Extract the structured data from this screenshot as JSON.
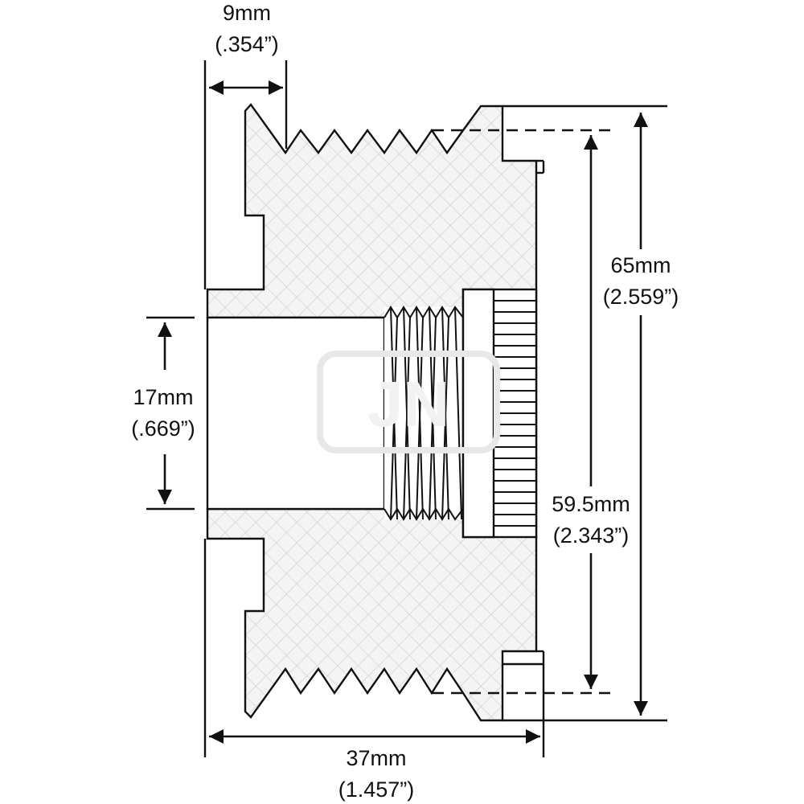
{
  "dimensions": {
    "groove_offset": {
      "metric": "9mm",
      "imperial": "(.354”)"
    },
    "outer_diameter": {
      "metric": "65mm",
      "imperial": "(2.559”)"
    },
    "bore_diameter": {
      "metric": "17mm",
      "imperial": "(.669”)"
    },
    "groove_diameter": {
      "metric": "59.5mm",
      "imperial": "(2.343”)"
    },
    "overall_width": {
      "metric": "37mm",
      "imperial": "(1.457”)"
    }
  },
  "watermark": {
    "text": "JN"
  },
  "colors": {
    "line": "#111111",
    "hatch_fill": "#f4f4f4",
    "hatch_line": "#d6d6d6",
    "watermark": "#f2f2f2"
  }
}
